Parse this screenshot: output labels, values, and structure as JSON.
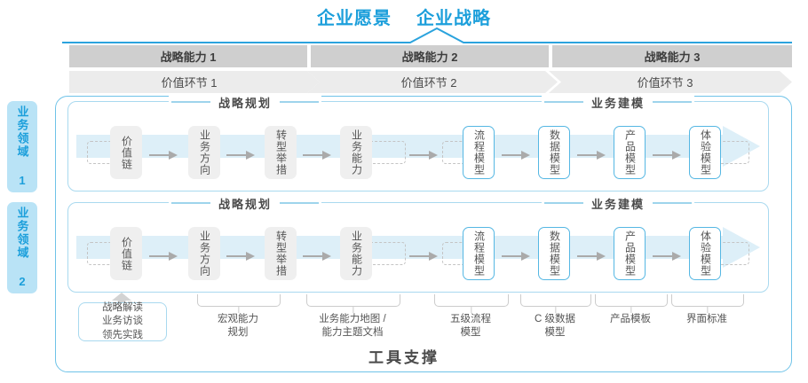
{
  "header": {
    "vision_title": "企业愿景",
    "strategy_title": "企业战略"
  },
  "capabilities": [
    {
      "label": "战略能力 1"
    },
    {
      "label": "战略能力 2"
    },
    {
      "label": "战略能力 3"
    }
  ],
  "value_links": [
    {
      "label": "价值环节 1"
    },
    {
      "label": "价值环节 2"
    },
    {
      "label": "价值环节 3"
    }
  ],
  "sections": {
    "planning_label": "战略规划",
    "modeling_label": "业务建模"
  },
  "domains": [
    {
      "sidebar_label": "业务领域 1",
      "planning_nodes": [
        "价值链",
        "业务方向",
        "转型举措",
        "业务能力"
      ],
      "modeling_nodes": [
        "流程模型",
        "数据模型",
        "产品模型",
        "体验模型"
      ]
    },
    {
      "sidebar_label": "业务领域 2",
      "planning_nodes": [
        "价值链",
        "业务方向",
        "转型举措",
        "业务能力"
      ],
      "modeling_nodes": [
        "流程模型",
        "数据模型",
        "产品模型",
        "体验模型"
      ]
    }
  ],
  "tools": {
    "title": "工具支撑",
    "primary_box": "战略解读\n业务访谈\n领先实践",
    "items": [
      {
        "label": "宏观能力\n规划"
      },
      {
        "label": "业务能力地图 /\n能力主题文档"
      },
      {
        "label": "五级流程\n模型"
      },
      {
        "label": "C 级数据\n模型"
      },
      {
        "label": "产品模板"
      },
      {
        "label": "界面标准"
      }
    ]
  },
  "colors": {
    "accent_blue": "#1c9fdb",
    "light_blue": "#b9e3f6",
    "pale_blue": "#ddeff8",
    "border_blue": "#6fc3e8",
    "gray_bar": "#cfcfcf",
    "light_gray_bar": "#ececec",
    "node_gray": "#efefef"
  }
}
